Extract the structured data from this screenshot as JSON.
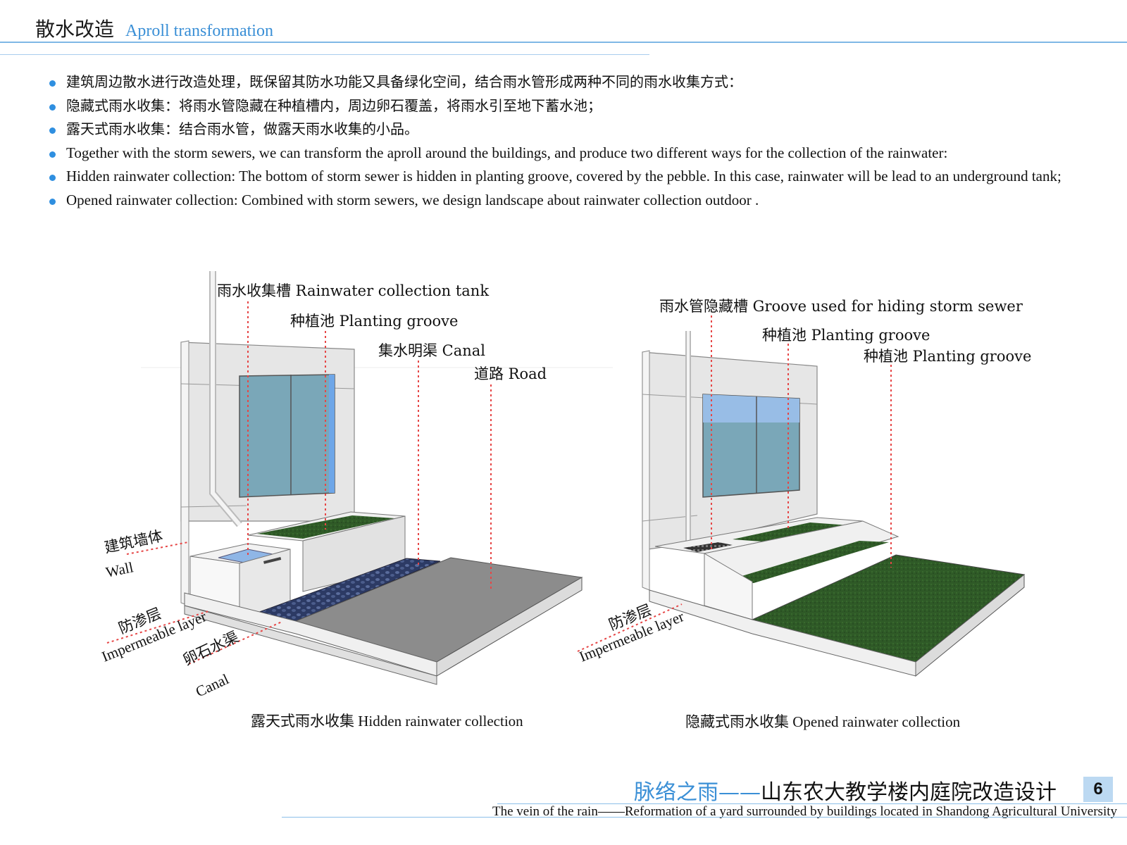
{
  "header": {
    "title_cn": "散水改造",
    "title_en": "Aproll transformation"
  },
  "bullets": [
    "建筑周边散水进行改造处理，既保留其防水功能又具备绿化空间，结合雨水管形成两种不同的雨水收集方式：",
    "隐藏式雨水收集：将雨水管隐藏在种植槽内，周边卵石覆盖，将雨水引至地下蓄水池；",
    "露天式雨水收集：结合雨水管，做露天雨水收集的小品。",
    "Together with the storm sewers, we can transform the aproll around the buildings, and produce two different ways for the collection of the rainwater:",
    "Hidden rainwater collection: The bottom of storm sewer is hidden in planting groove, covered by the pebble. In this case, rainwater will be lead to an underground tank;",
    "Opened rainwater collection: Combined with storm sewers, we design landscape about rainwater collection outdoor ."
  ],
  "left_diagram": {
    "labels": {
      "tank": "雨水收集槽  Rainwater collection tank",
      "planting": "种植池 Planting groove",
      "canal_top": "集水明渠  Canal",
      "road": "道路  Road",
      "wall_cn": "建筑墙体",
      "wall_en": "Wall",
      "imp_cn": "防渗层",
      "imp_en": "Impermeable layer",
      "canal_cn": "卵石水渠",
      "canal_en": "Canal"
    },
    "caption": "露天式雨水收集  Hidden rainwater collection"
  },
  "right_diagram": {
    "labels": {
      "groove": "雨水管隐藏槽  Groove used for hiding storm sewer",
      "planting1": "种植池 Planting groove",
      "planting2": "种植池 Planting groove",
      "imp_cn": "防渗层",
      "imp_en": "Impermeable layer"
    },
    "caption": "隐藏式雨水收集  Opened rainwater collection"
  },
  "footer": {
    "title_blue": "脉络之雨——",
    "title_black": "山东农大教学楼内庭院改造设计",
    "page": "6",
    "subtitle": "The vein of the rain——Reformation of a yard surrounded by buildings located in Shandong Agricultural University"
  }
}
